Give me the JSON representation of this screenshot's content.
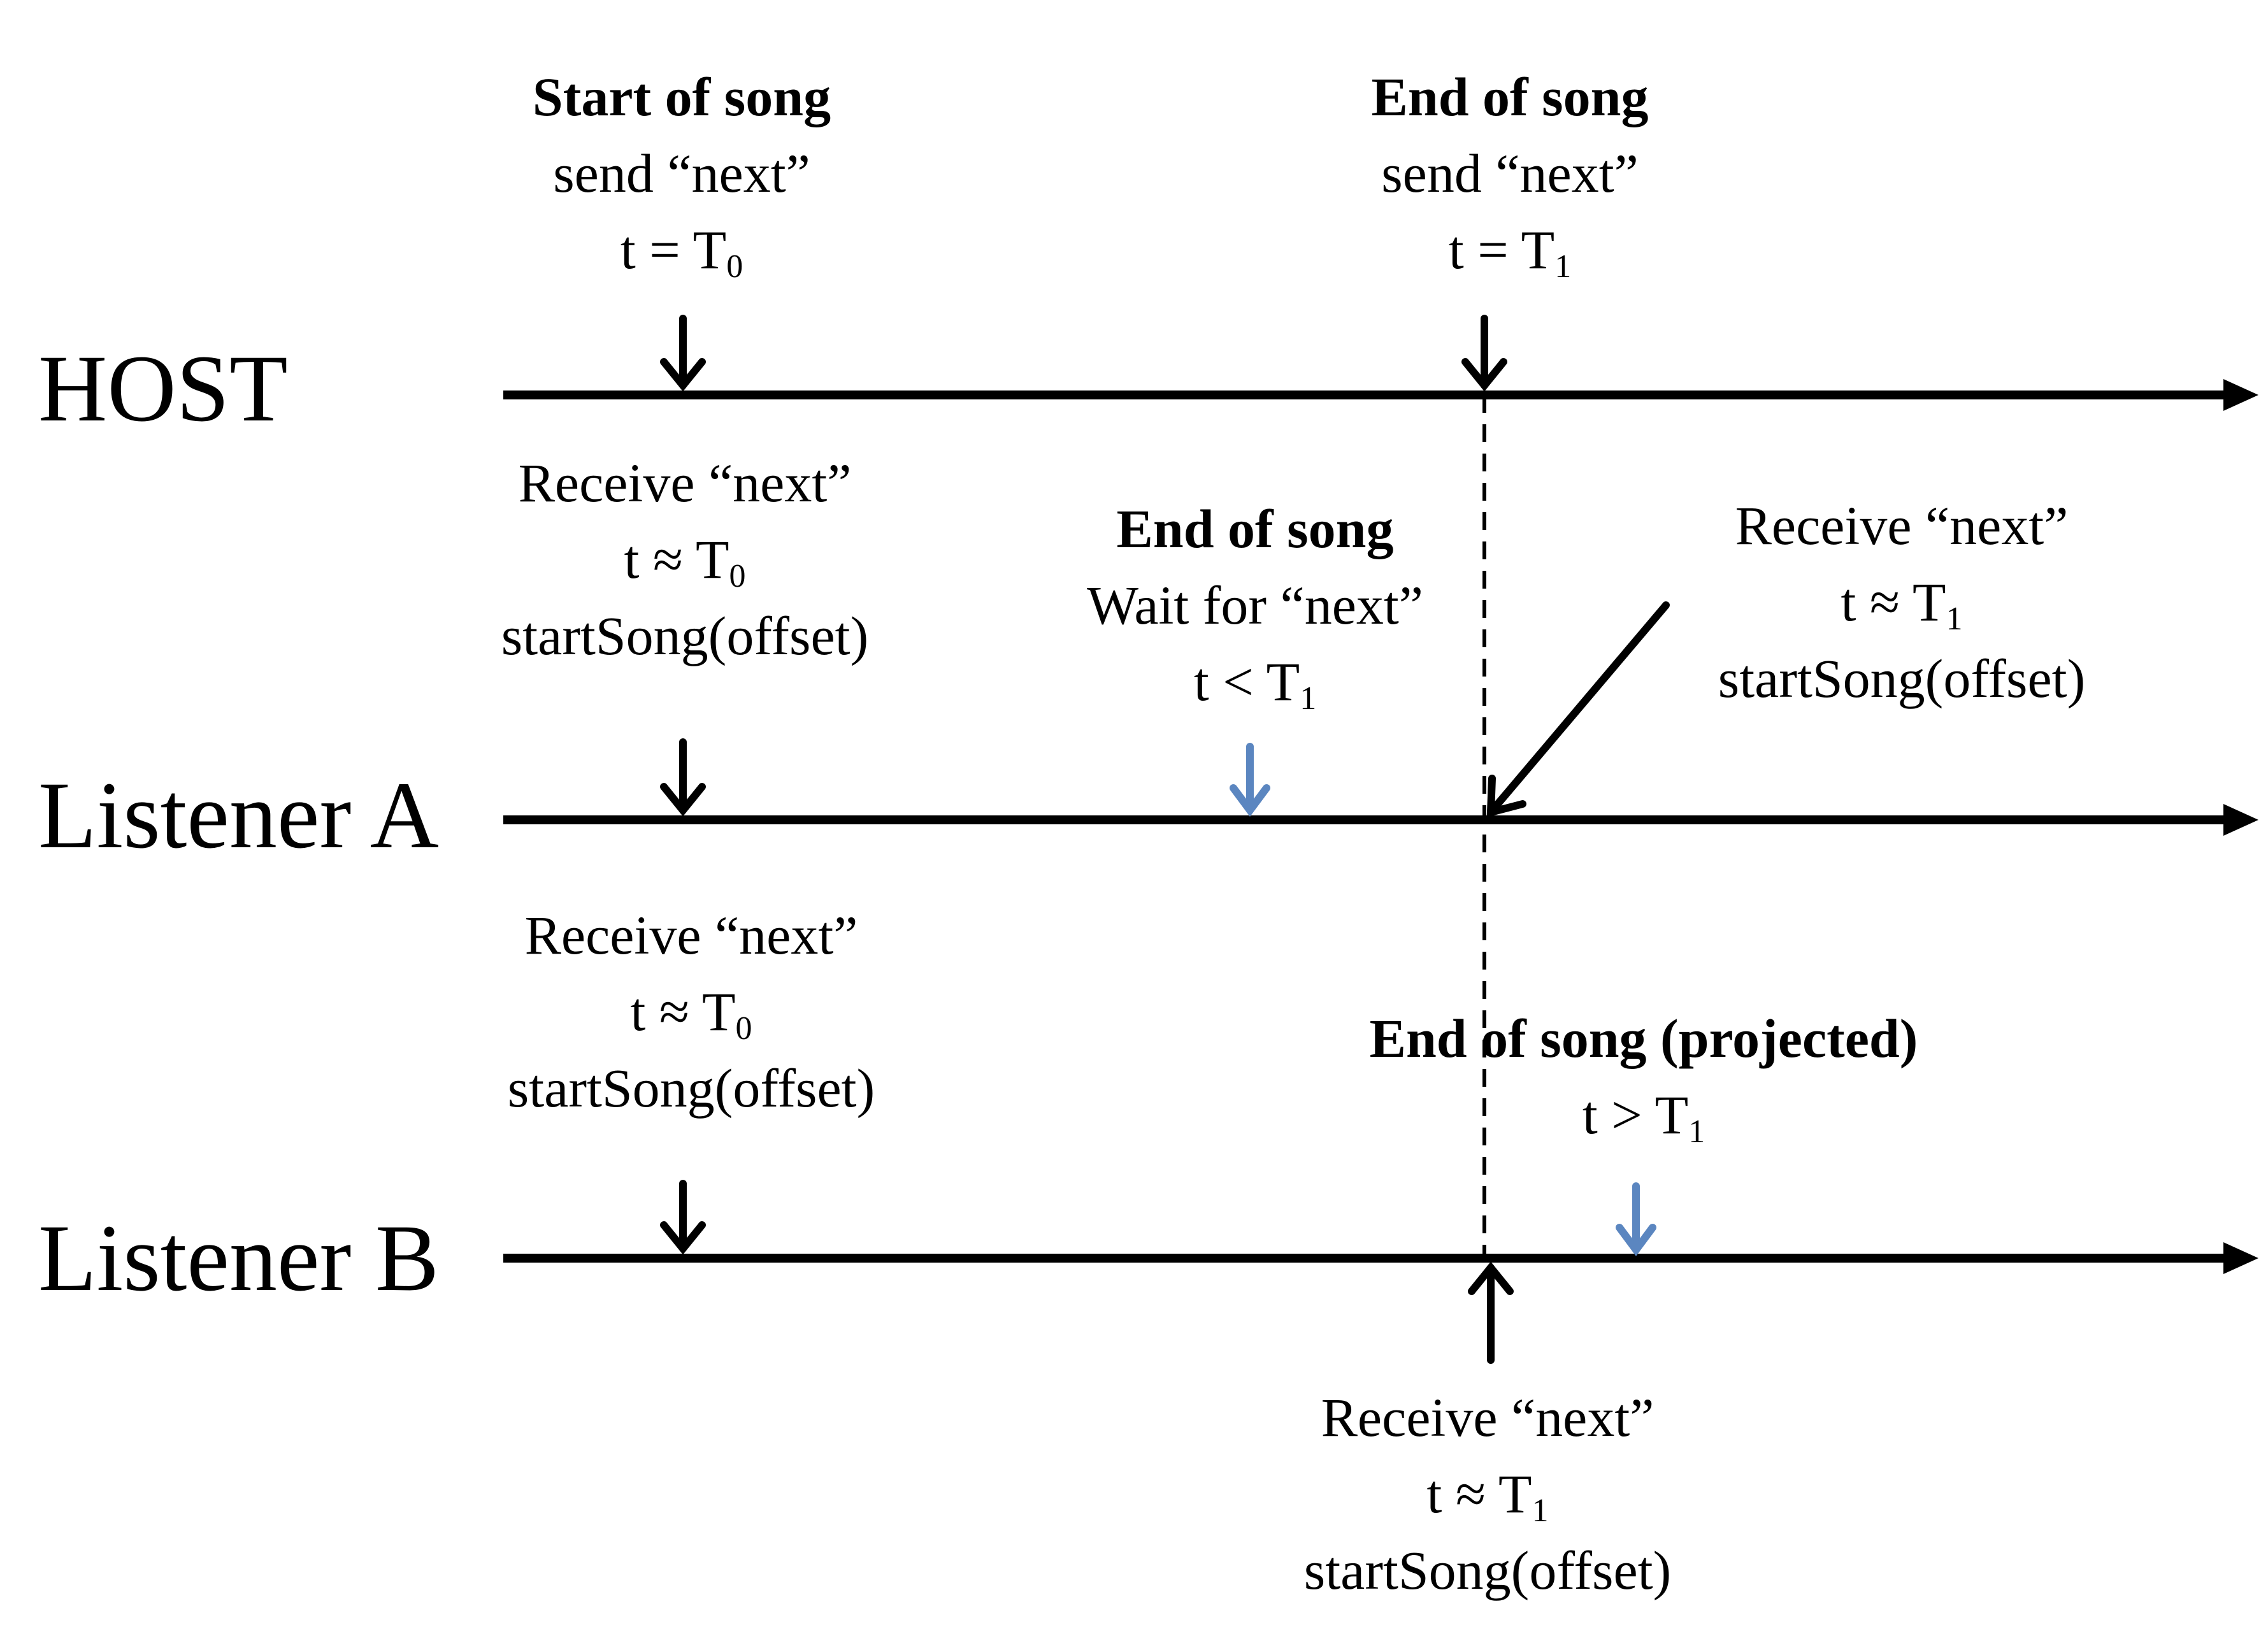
{
  "rows": {
    "host": "HOST",
    "listener_a": "Listener A",
    "listener_b": "Listener B"
  },
  "host": {
    "start": {
      "title": "Start of song",
      "action": "send “next”",
      "time_prefix": "t = T",
      "time_sub": "0"
    },
    "end": {
      "title": "End of song",
      "action": "send “next”",
      "time_prefix": "t = T",
      "time_sub": "1"
    }
  },
  "listener_a": {
    "receive_start": {
      "line1": "Receive “next”",
      "time_prefix": "t ≈ T",
      "time_sub": "0",
      "call": "startSong(offset)"
    },
    "end": {
      "title": "End of song",
      "action": "Wait for “next”",
      "time_prefix": "t < T",
      "time_sub": "1"
    },
    "receive_end": {
      "line1": "Receive “next”",
      "time_prefix": "t ≈ T",
      "time_sub": "1",
      "call": "startSong(offset)"
    }
  },
  "listener_b": {
    "receive_start": {
      "line1": "Receive “next”",
      "time_prefix": "t ≈ T",
      "time_sub": "0",
      "call": "startSong(offset)"
    },
    "end": {
      "title": "End of song (projected)",
      "time_prefix": "t > T",
      "time_sub": "1"
    },
    "receive_end": {
      "line1": "Receive “next”",
      "time_prefix": "t ≈ T",
      "time_sub": "1",
      "call": "startSong(offset)"
    }
  },
  "colors": {
    "line": "#000000",
    "event_marker": "#5b86c0"
  }
}
